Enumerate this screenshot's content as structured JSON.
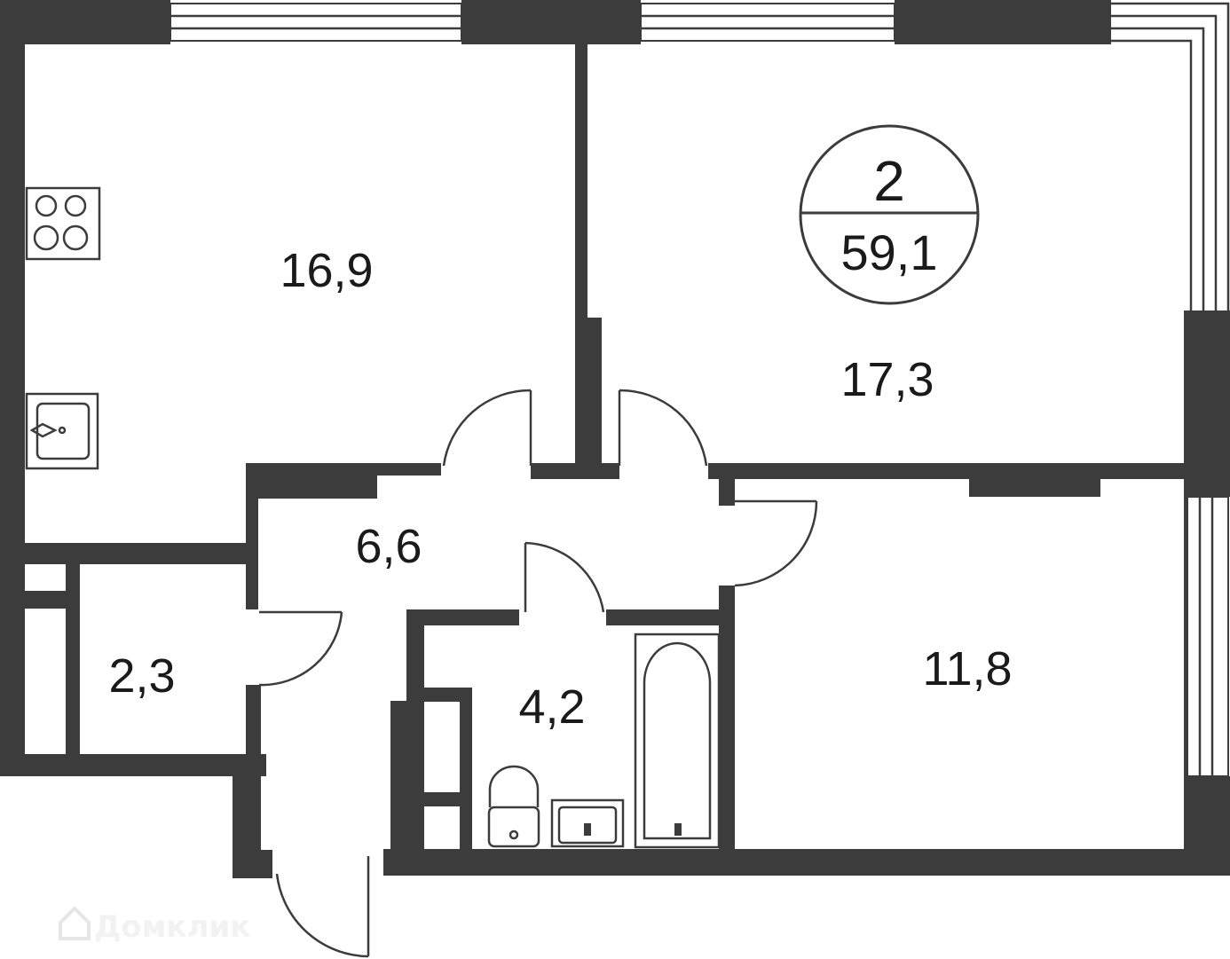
{
  "rooms": {
    "kitchen": "16,9",
    "bedroom": "17,3",
    "hall": "6,6",
    "storage": "2,3",
    "bathroom": "4,2",
    "room": "11,8"
  },
  "badge": {
    "room_count": "2",
    "total_area": "59,1"
  },
  "watermark": "Домклик",
  "colors": {
    "wall": "#3c3c3c",
    "background": "#ffffff"
  }
}
